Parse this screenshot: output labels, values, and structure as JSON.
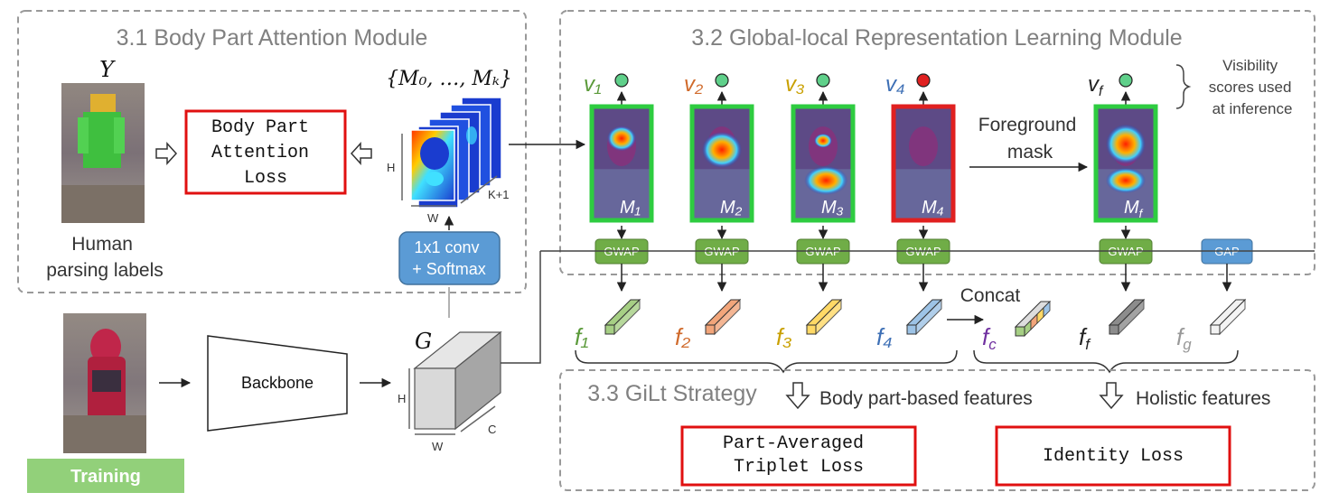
{
  "modules": {
    "bpa_title": "3.1 Body Part Attention Module",
    "grl_title": "3.2 Global-local Representation Learning Module",
    "gilt_title": "3.3 GiLt Strategy"
  },
  "labels": {
    "y": "Y",
    "parsing_labels": "Human\nparsing labels",
    "attention_loss": "Body Part\nAttention\nLoss",
    "maps_set": "{M₀, …, Mₖ}",
    "dim_h": "H",
    "dim_w": "W",
    "dim_k1": "K+1",
    "dim_c": "C",
    "conv": "1x1 conv\n+ Softmax",
    "backbone": "Backbone",
    "g": "G",
    "training": "Training",
    "foreground_mask": "Foreground\nmask",
    "visibility": "Visibility\nscores used\nat inference",
    "concat": "Concat",
    "part_features": "Body part-based features",
    "holistic_features": "Holistic features",
    "triplet_loss": "Part-Averaged\nTriplet Loss",
    "identity_loss": "Identity Loss"
  },
  "parts": [
    {
      "v": "v₁",
      "map": "M₁",
      "pool": "GWAP",
      "f": "f₁",
      "color": "#5b9a3a",
      "feat": "#a6cf84",
      "vis": "visible"
    },
    {
      "v": "v₂",
      "map": "M₂",
      "pool": "GWAP",
      "f": "f₂",
      "color": "#d06a2b",
      "feat": "#f2a57a",
      "vis": "visible"
    },
    {
      "v": "v₃",
      "map": "M₃",
      "pool": "GWAP",
      "f": "f₃",
      "color": "#c9a000",
      "feat": "#ffd966",
      "vis": "visible"
    },
    {
      "v": "v₄",
      "map": "M₄",
      "pool": "GWAP",
      "f": "f₄",
      "color": "#3d6fb5",
      "feat": "#9dc3e6",
      "vis": "invisible"
    }
  ],
  "foreground": {
    "v": "v_f",
    "map": "M_f",
    "pool": "GWAP",
    "f": "f_f",
    "color": "#222222",
    "feat": "#8c8c8c"
  },
  "global": {
    "pool": "GAP",
    "f": "f_g",
    "color": "#999999",
    "feat": "#f2f2f2"
  },
  "concat_feature": {
    "f": "f_c",
    "color": "#7030a0"
  },
  "colors": {
    "visible": "#2ecc40",
    "invisible": "#e02020",
    "loss_border": "#e01010",
    "pool_green": "#70ad47",
    "pool_blue": "#5b9bd5",
    "training": "#92d07a",
    "dash": "#999999"
  }
}
